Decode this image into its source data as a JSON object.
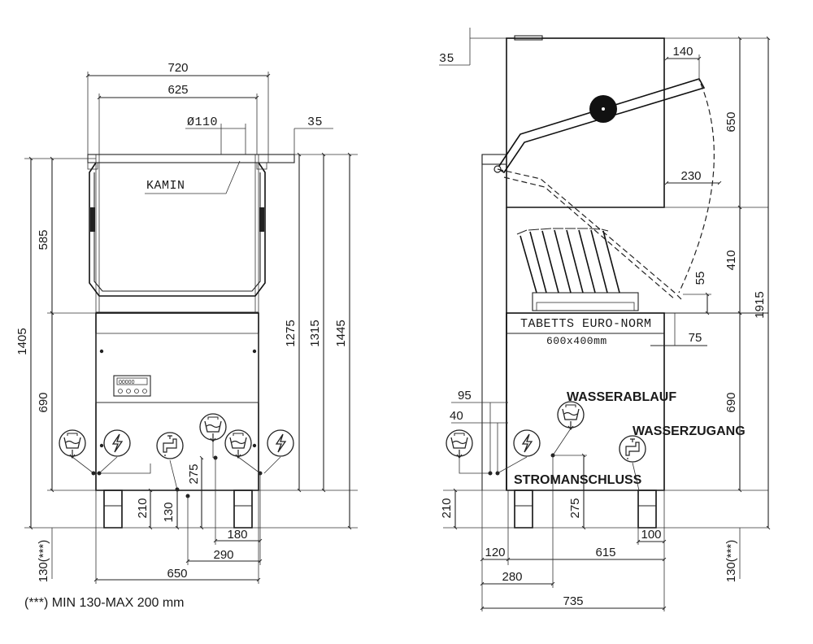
{
  "front_view": {
    "dims": {
      "d720": "720",
      "d625": "625",
      "d110": "Ø110",
      "d35": "35",
      "d585": "585",
      "d1405": "1405",
      "d690": "690",
      "d210": "210",
      "d130": "130",
      "d130x": "130(***)",
      "d1275": "1275",
      "d1315": "1315",
      "d1445": "1445",
      "d275": "275",
      "d180": "180",
      "d290": "290",
      "d650": "650"
    },
    "kamin_label": "KAMIN",
    "display_label": "00000"
  },
  "side_view": {
    "dims": {
      "d35": "35",
      "d140": "140",
      "d650": "650",
      "d230": "230",
      "d410": "410",
      "d55": "55",
      "d1915": "1915",
      "d75": "75",
      "d95": "95",
      "d40": "40",
      "d690": "690",
      "d210": "210",
      "d275": "275",
      "d100": "100",
      "d120": "120",
      "d615": "615",
      "d280": "280",
      "d735": "735",
      "d130x": "130(***)"
    },
    "tray_label": "TABETTS EURO-NORM",
    "tray_size": "600x400mm",
    "drain_label": "WASSERABLAUF",
    "water_label": "WASSERZUGANG",
    "power_label": "STROMANSCHLUSS"
  },
  "footnote": "(***) MIN 130-MAX 200 mm",
  "icons": [
    "drain-icon",
    "power-icon",
    "water-tap-icon"
  ]
}
